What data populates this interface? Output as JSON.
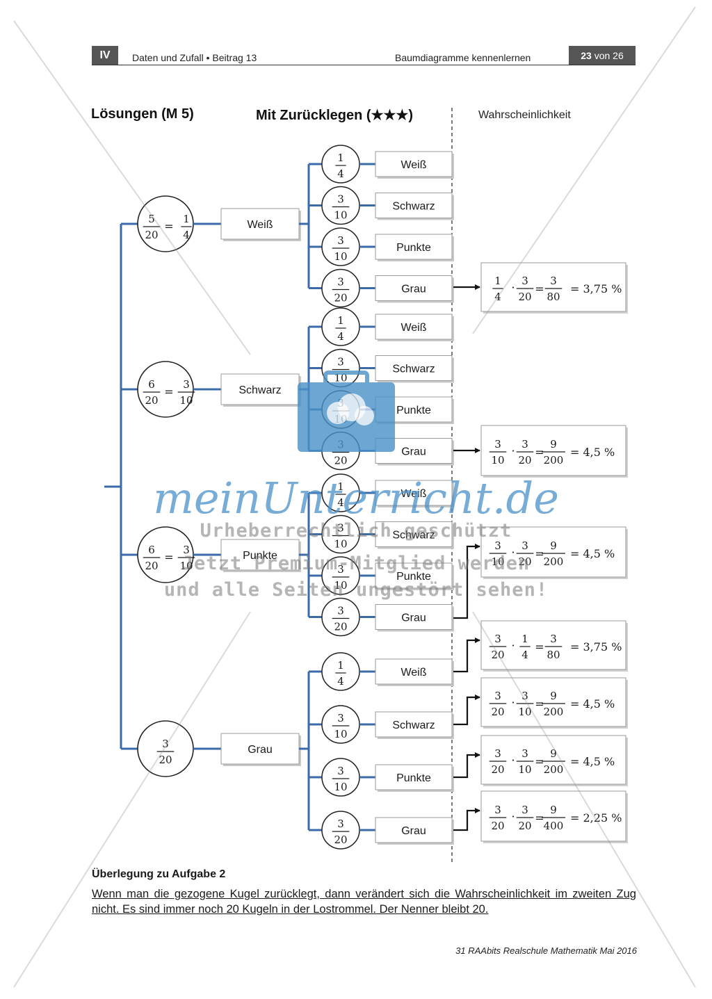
{
  "header": {
    "section_badge": "IV",
    "series": "Daten und Zufall • Beitrag 13",
    "topic": "Baumdiagramme kennenlernen",
    "page_current": "23",
    "page_total_text": "von 26"
  },
  "titles": {
    "solutions": "Lösungen (M 5)",
    "variant": "Mit Zurücklegen (★★★)",
    "probability_column": "Wahrscheinlichkeit"
  },
  "tree": {
    "first_draw": [
      {
        "label": "Weiß",
        "prob": [
          "5/20",
          "1/4"
        ],
        "second_draw": [
          {
            "label": "Weiß",
            "prob": "1/4"
          },
          {
            "label": "Schwarz",
            "prob": "3/10"
          },
          {
            "label": "Punkte",
            "prob": "3/10"
          },
          {
            "label": "Grau",
            "prob": "3/20"
          }
        ]
      },
      {
        "label": "Schwarz",
        "prob": [
          "6/20",
          "3/10"
        ],
        "second_draw": [
          {
            "label": "Weiß",
            "prob": "1/4"
          },
          {
            "label": "Schwarz",
            "prob": "3/10"
          },
          {
            "label": "Punkte",
            "prob": "3/10"
          },
          {
            "label": "Grau",
            "prob": "3/20"
          }
        ]
      },
      {
        "label": "Punkte",
        "prob": [
          "6/20",
          "3/10"
        ],
        "second_draw": [
          {
            "label": "Weiß",
            "prob": "1/4"
          },
          {
            "label": "Schwarz",
            "prob": "3/10"
          },
          {
            "label": "Punkte",
            "prob": "3/10"
          },
          {
            "label": "Grau",
            "prob": "3/20"
          }
        ]
      },
      {
        "label": "Grau",
        "prob": [
          "3/20"
        ],
        "second_draw": [
          {
            "label": "Weiß",
            "prob": "1/4"
          },
          {
            "label": "Schwarz",
            "prob": "3/10"
          },
          {
            "label": "Punkte",
            "prob": "3/10"
          },
          {
            "label": "Grau",
            "prob": "3/20"
          }
        ]
      }
    ],
    "results": [
      {
        "factors": [
          "1/4",
          "3/20"
        ],
        "product": "3/80",
        "percent": "= 3,75 %"
      },
      {
        "factors": [
          "3/10",
          "3/20"
        ],
        "product": "9/200",
        "percent": "= 4,5 %"
      },
      {
        "factors": [
          "3/10",
          "3/20"
        ],
        "product": "9/200",
        "percent": "= 4,5 %"
      },
      {
        "factors": [
          "3/20",
          "1/4"
        ],
        "product": "3/80",
        "percent": "= 3,75 %"
      },
      {
        "factors": [
          "3/20",
          "3/10"
        ],
        "product": "9/200",
        "percent": "= 4,5 %"
      },
      {
        "factors": [
          "3/20",
          "3/10"
        ],
        "product": "9/200",
        "percent": "= 4,5 %"
      },
      {
        "factors": [
          "3/20",
          "3/20"
        ],
        "product": "9/400",
        "percent": "= 2,25 %"
      }
    ]
  },
  "reflection": {
    "title": "Überlegung zu Aufgabe 2",
    "text": "Wenn man die gezogene Kugel zurücklegt, dann verändert sich die Wahrscheinlichkeit im zweiten Zug nicht. Es sind immer noch 20 Kugeln in der Lostrommel. Der Nenner bleibt 20."
  },
  "footer": "31 RAAbits Realschule Mathematik Mai 2016",
  "watermark": {
    "brand": "meinUnterricht.de",
    "line1": "Urheberrechtlich geschützt",
    "line2": "Jetzt Premium-Mitglied werden",
    "line3": "und alle Seiten ungestört sehen!"
  },
  "colors": {
    "tree_line": "#3b6aa8",
    "watermark": "#4a90c8"
  }
}
